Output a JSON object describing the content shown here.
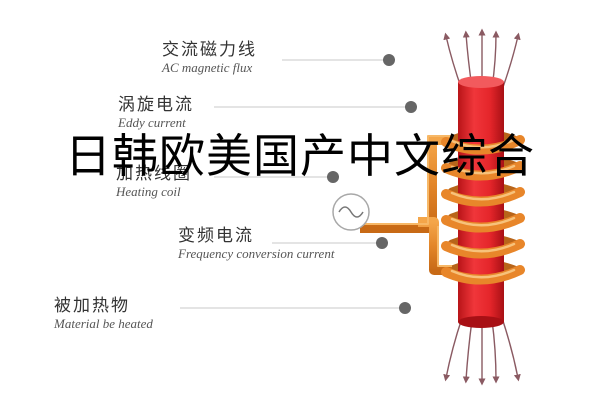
{
  "labels": {
    "ac_flux": {
      "cn": "交流磁力线",
      "en": "AC magnetic flux"
    },
    "eddy": {
      "cn": "涡旋电流",
      "en": "Eddy current"
    },
    "coil": {
      "cn": "加热线圈",
      "en": "Heating coil"
    },
    "freq": {
      "cn": "变频电流",
      "en": "Frequency conversion current"
    },
    "material": {
      "cn": "被加热物",
      "en": "Material be heated"
    }
  },
  "overlay_text": "日韩欧美国产中文综合",
  "colors": {
    "rod": "#e8272b",
    "coil": "#e98a2a",
    "arrow": "#8a5a62",
    "leader": "#bdbdbd",
    "dot": "#666666"
  },
  "icons": {
    "ac_source": "sine-wave-circle-icon"
  }
}
